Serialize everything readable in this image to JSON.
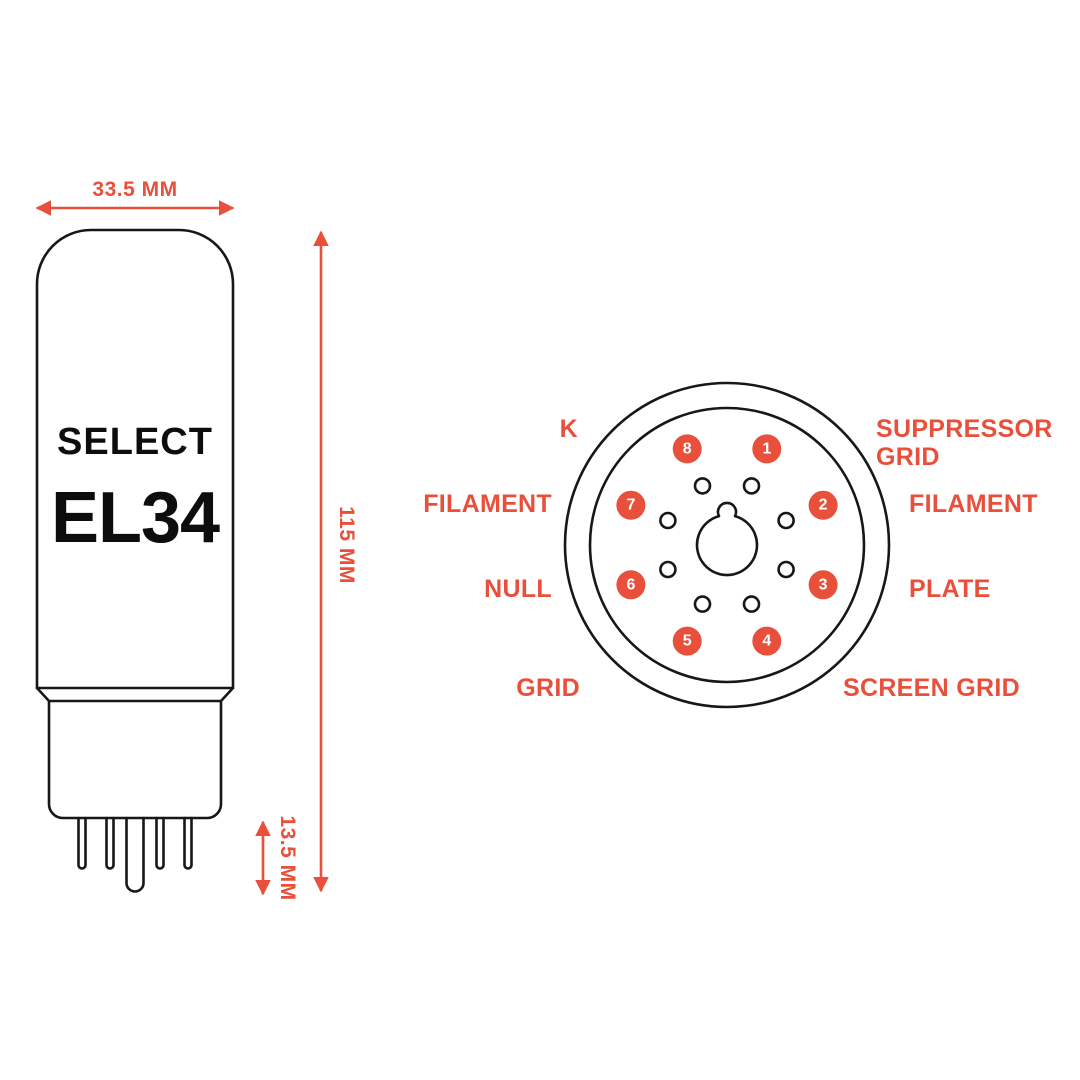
{
  "colors": {
    "accent": "#E8503B",
    "ink": "#171717",
    "background": "#FFFFFF"
  },
  "tube": {
    "brand": "SELECT",
    "model": "EL34"
  },
  "dimensions": {
    "width_label": "33.5 MM",
    "height_label": "115 MM",
    "pin_length_label": "13.5 MM"
  },
  "pinout": {
    "pins": [
      {
        "n": "1",
        "function": "SUPPRESSOR GRID"
      },
      {
        "n": "2",
        "function": "FILAMENT"
      },
      {
        "n": "3",
        "function": "PLATE"
      },
      {
        "n": "4",
        "function": "SCREEN GRID"
      },
      {
        "n": "5",
        "function": "GRID"
      },
      {
        "n": "6",
        "function": "NULL"
      },
      {
        "n": "7",
        "function": "FILAMENT"
      },
      {
        "n": "8",
        "function": "K"
      }
    ],
    "labels": {
      "k": "K",
      "suppressor_grid_line1": "SUPPRESSOR",
      "suppressor_grid_line2": "GRID",
      "filament_left": "FILAMENT",
      "filament_right": "FILAMENT",
      "null_pin": "NULL",
      "plate": "PLATE",
      "grid": "GRID",
      "screen_grid": "SCREEN GRID"
    }
  }
}
